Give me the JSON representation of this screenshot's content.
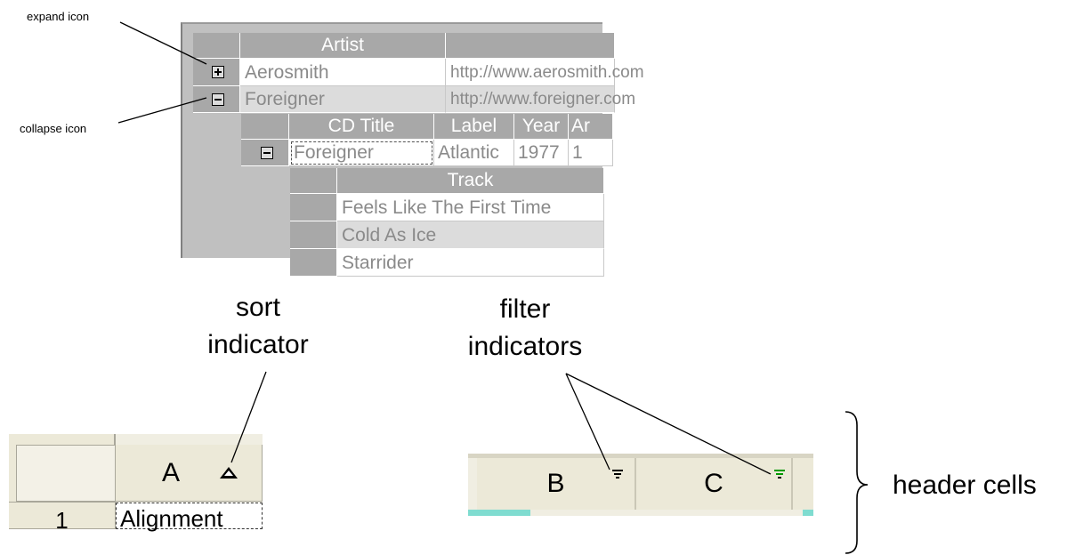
{
  "annotations": {
    "expand_icon": "expand icon",
    "collapse_icon": "collapse icon",
    "sort_indicator": [
      "sort",
      "indicator"
    ],
    "filter_indicators": [
      "filter",
      "indicators"
    ],
    "header_cells": "header cells"
  },
  "grid": {
    "artist_header": "Artist",
    "artists": [
      {
        "name": "Aerosmith",
        "url": "http://www.aerosmith.com",
        "state": "collapsed"
      },
      {
        "name": "Foreigner",
        "url": "http://www.foreigner.com",
        "state": "expanded"
      }
    ],
    "cd_headers": [
      "CD Title",
      "Label",
      "Year",
      "Ar"
    ],
    "cd_row": [
      "Foreigner",
      "Atlantic",
      "1977",
      "1"
    ],
    "track_header": "Track",
    "tracks": [
      "Feels Like The First Time",
      "Cold As Ice",
      "Starrider"
    ]
  },
  "sheet": {
    "column_a": "A",
    "row_1": "1",
    "cell_a1": "Alignment",
    "sort_direction": "ascending"
  },
  "header_cells": {
    "columns": [
      "B",
      "C"
    ],
    "filter_colors": {
      "inactive": "#000000",
      "active": "#00aa00"
    }
  },
  "colors": {
    "grid_header": "#a8a8a8",
    "grid_background": "#c0c0c0",
    "excel_header": "#ece9d8",
    "accent_teal": "#7fdcd0"
  }
}
